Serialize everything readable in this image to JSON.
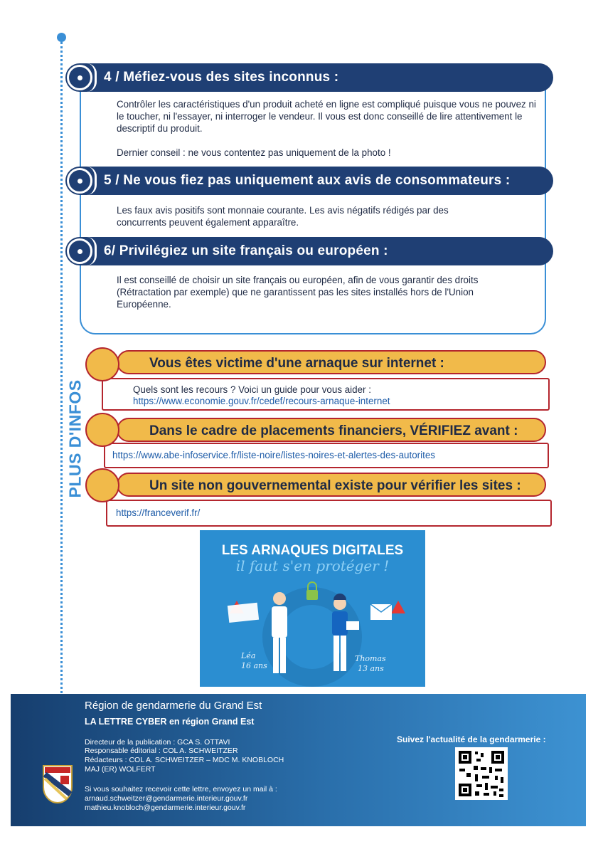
{
  "tips": [
    {
      "title": "4 / Méfiez-vous des sites inconnus :",
      "paragraphs": [
        "Contrôler les caractéristiques d'un produit acheté en ligne est compliqué puisque vous ne pouvez ni le toucher, ni l'essayer, ni interroger le vendeur. Il vous est donc conseillé de lire attentivement le descriptif du produit.",
        "Dernier conseil : ne vous contentez pas uniquement de la photo !"
      ]
    },
    {
      "title": "5 / Ne vous fiez pas uniquement aux avis de consommateurs :",
      "paragraphs": [
        "Les faux avis positifs sont monnaie courante. Les avis négatifs rédigés par des concurrents peuvent également apparaître."
      ]
    },
    {
      "title": "6/ Privilégiez un site français ou européen :",
      "paragraphs": [
        "Il est conseillé de choisir un site français ou européen, afin de vous garantir des droits (Rétractation par exemple) que ne garantissent pas les sites installés hors de l'Union Européenne."
      ]
    }
  ],
  "plus_infos": {
    "label": "PLUS D'INFOS",
    "items": [
      {
        "title": "Vous êtes victime d'une arnaque sur internet :",
        "text": "Quels sont les recours ? Voici un guide pour vous aider :",
        "link": "https://www.economie.gouv.fr/cedef/recours-arnaque-internet"
      },
      {
        "title": "Dans le cadre de placements financiers, VÉRIFIEZ avant :",
        "link": "https://www.abe-infoservice.fr/liste-noire/listes-noires-et-alertes-des-autorites"
      },
      {
        "title": "Un site non gouvernemental existe pour vérifier les sites :",
        "link": "https://franceverif.fr/"
      }
    ]
  },
  "poster": {
    "title": "LES ARNAQUES DIGITALES",
    "subtitle": "il faut s'en protéger !",
    "person1": "Léa",
    "person1_age": "16 ans",
    "person2": "Thomas",
    "person2_age": "13 ans"
  },
  "footer": {
    "region": "Région de gendarmerie du Grand Est",
    "newsletter": "LA LETTRE CYBER en région Grand Est",
    "credits": [
      "Directeur de la publication : GCA S. OTTAVI",
      "Responsable éditorial : COL A. SCHWEITZER",
      "Rédacteurs : COL A. SCHWEITZER – MDC M. KNOBLOCH",
      "MAJ (ER) WOLFERT"
    ],
    "subscribe": "Si vous souhaitez recevoir cette lettre, envoyez un mail à :",
    "emails": [
      "arnaud.schweitzer@gendarmerie.interieur.gouv.fr",
      "mathieu.knobloch@gendarmerie.interieur.gouv.fr"
    ],
    "follow": "Suivez l'actualité de la gendarmerie :"
  },
  "colors": {
    "navy": "#1f3f74",
    "blue_accent": "#3a8fd6",
    "amber": "#f1ba4a",
    "red_border": "#b4262e",
    "link": "#1e5ca8"
  }
}
